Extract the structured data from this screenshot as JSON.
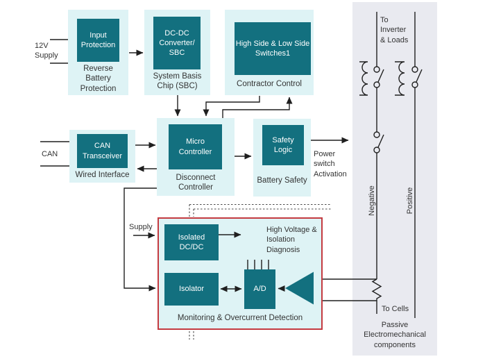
{
  "colors": {
    "block_teal": "#13707f",
    "container_cyan": "#def3f5",
    "panel_gray": "#e9eaf0",
    "alert_border_red": "#c43a40",
    "line_black": "#1f1f1f",
    "text_dark": "#333333"
  },
  "nodes": {
    "reverse_battery": {
      "block": "Input\nProtection",
      "caption": "Reverse\nBattery\nProtection"
    },
    "sbc": {
      "block": "DC-DC\nConverter/\nSBC",
      "caption": "System Basis\nChip (SBC)"
    },
    "contactor_control": {
      "block": "High Side & Low Side\nSwitches1",
      "caption": "Contractor Control"
    },
    "wired_interface": {
      "block": "CAN\nTransceiver",
      "caption": "Wired Interface"
    },
    "disconnect_controller": {
      "block": "Micro\nController",
      "caption": "Disconnect\nController"
    },
    "battery_safety": {
      "block": "Safety\nLogic",
      "caption": "Battery Safety"
    },
    "monitoring": {
      "block_isolated_dcdc": "Isolated\nDC/DC",
      "block_isolator": "Isolator",
      "block_ad": "A/D",
      "note": "High Voltage &\nIsolation\nDiagnosis",
      "caption": "Monitoring & Overcurrent Detection"
    }
  },
  "labels": {
    "supply_12v": "12V\nSupply",
    "can": "CAN",
    "supply": "Supply",
    "power_switch_activation": "Power\nswitch\nActivation",
    "to_inverter_loads": "To\nInverter\n& Loads",
    "negative": "Negative",
    "positive": "Positive",
    "to_cells": "To Cells",
    "passive_components": "Passive\nElectromechanical\ncomponents"
  }
}
